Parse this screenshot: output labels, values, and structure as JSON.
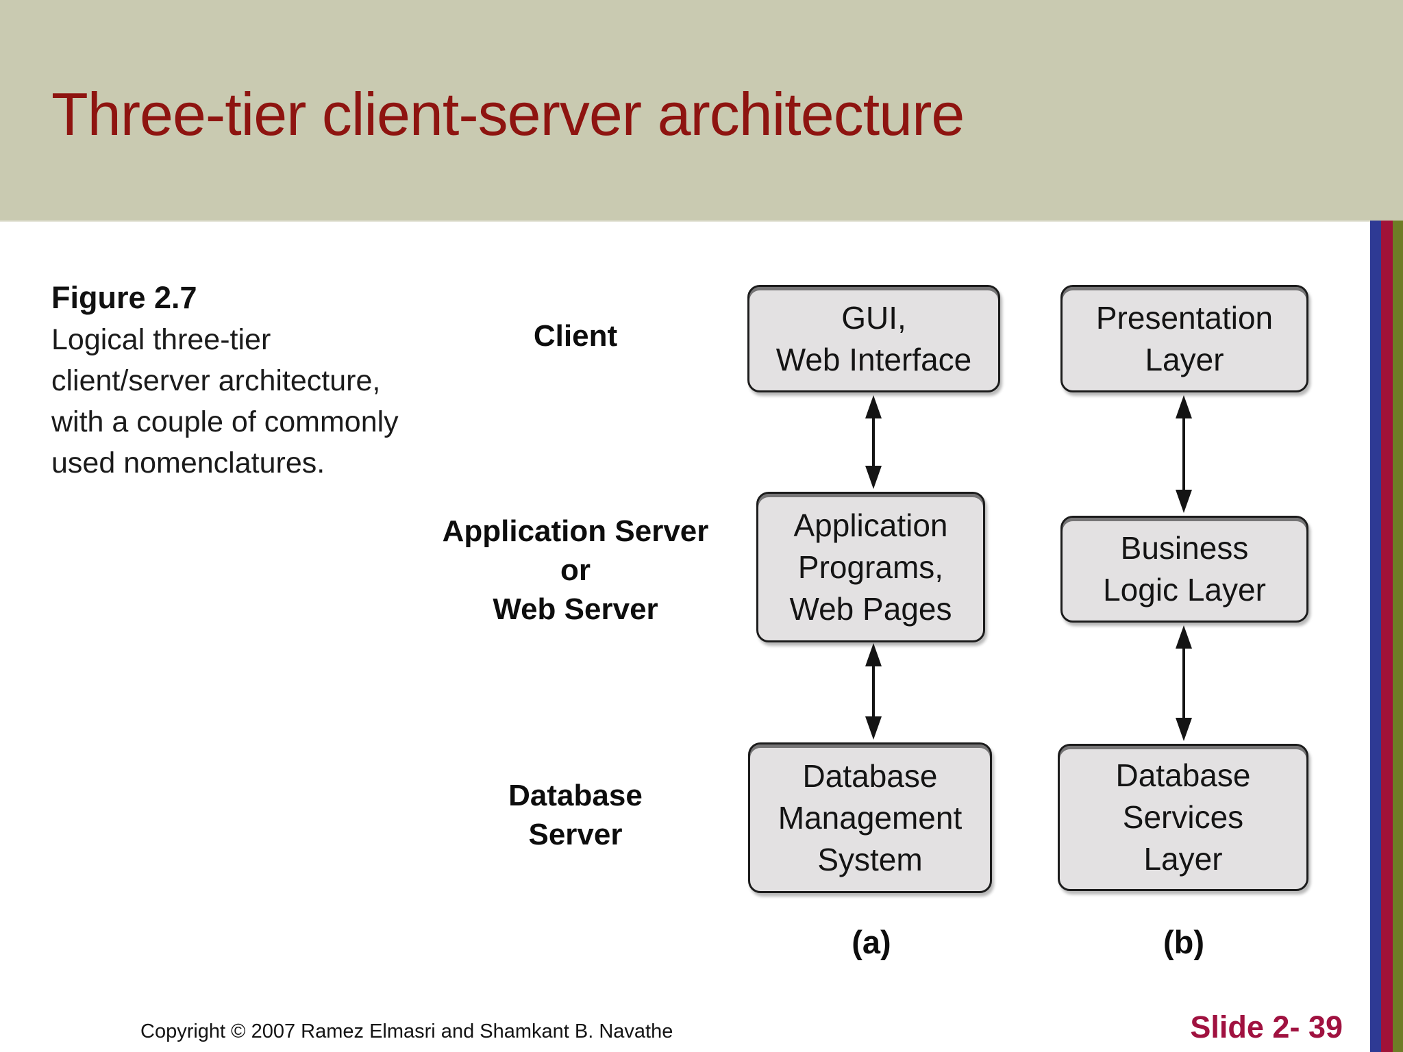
{
  "slide": {
    "title": "Three-tier client-server architecture",
    "caption": {
      "heading": "Figure 2.7",
      "lines": [
        "Logical three-tier",
        "client/server architecture,",
        "with a couple of commonly",
        "used nomenclatures."
      ]
    },
    "diagram": {
      "row_labels": {
        "client": [
          "Client"
        ],
        "app_server": [
          "Application Server",
          "or",
          "Web Server"
        ],
        "db_server": [
          "Database",
          "Server"
        ]
      },
      "column_a": {
        "letter": "(a)",
        "boxes": [
          [
            "GUI,",
            "Web Interface"
          ],
          [
            "Application",
            "Programs,",
            "Web Pages"
          ],
          [
            "Database",
            "Management",
            "System"
          ]
        ]
      },
      "column_b": {
        "letter": "(b)",
        "boxes": [
          [
            "Presentation",
            "Layer"
          ],
          [
            "Business",
            "Logic Layer"
          ],
          [
            "Database",
            "Services",
            "Layer"
          ]
        ]
      }
    },
    "footer": {
      "copyright": "Copyright © 2007 Ramez Elmasri and Shamkant B. Navathe",
      "slide_number": "Slide 2- 39"
    },
    "colors": {
      "header_bg": "#c9cab1",
      "title": "#8e1410",
      "box_fill": "#e3e1e2",
      "box_border": "#1c1c1c",
      "stripe_blue": "#2e3a94",
      "stripe_crimson": "#a01238",
      "stripe_olive": "#6e7d26",
      "slide_number": "#a01240"
    }
  }
}
